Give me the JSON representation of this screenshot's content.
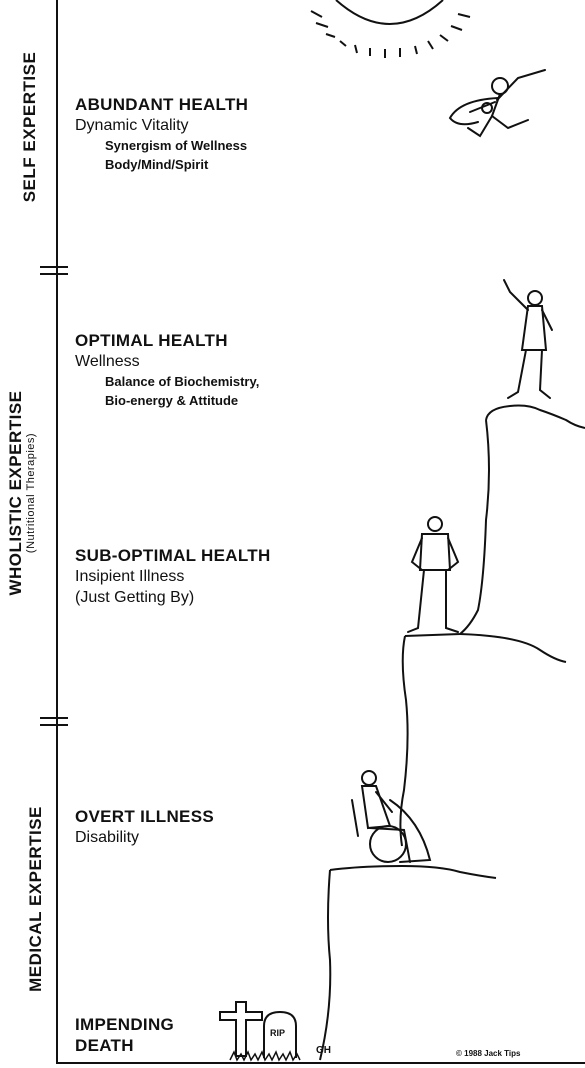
{
  "axis_labels": {
    "self": "SELF EXPERTISE",
    "wholistic": "WHOLISTIC EXPERTISE",
    "wholistic_sub": "(Nutritional Therapies)",
    "medical": "MEDICAL EXPERTISE"
  },
  "levels": [
    {
      "title": "ABUNDANT HEALTH",
      "line1": "Dynamic Vitality",
      "line2": "Synergism of Wellness",
      "line3": "Body/Mind/Spirit"
    },
    {
      "title": "OPTIMAL HEALTH",
      "line1": "Wellness",
      "line2": "Balance of Biochemistry,",
      "line3": "Bio-energy & Attitude"
    },
    {
      "title": "SUB-OPTIMAL HEALTH",
      "line1": "Insipient Illness",
      "line2": "(Just Getting By)"
    },
    {
      "title": "OVERT ILLNESS",
      "line1": "Disability"
    },
    {
      "title": "IMPENDING",
      "line1": "DEATH"
    }
  ],
  "grave_text": "RIP",
  "initials": "GH",
  "copyright": "© 1988 Jack Tips",
  "icons": [
    "sun-icon",
    "flying-hero-icon",
    "waving-man-icon",
    "standing-man-icon",
    "wheelchair-person-icon",
    "cross-icon",
    "tombstone-icon"
  ]
}
